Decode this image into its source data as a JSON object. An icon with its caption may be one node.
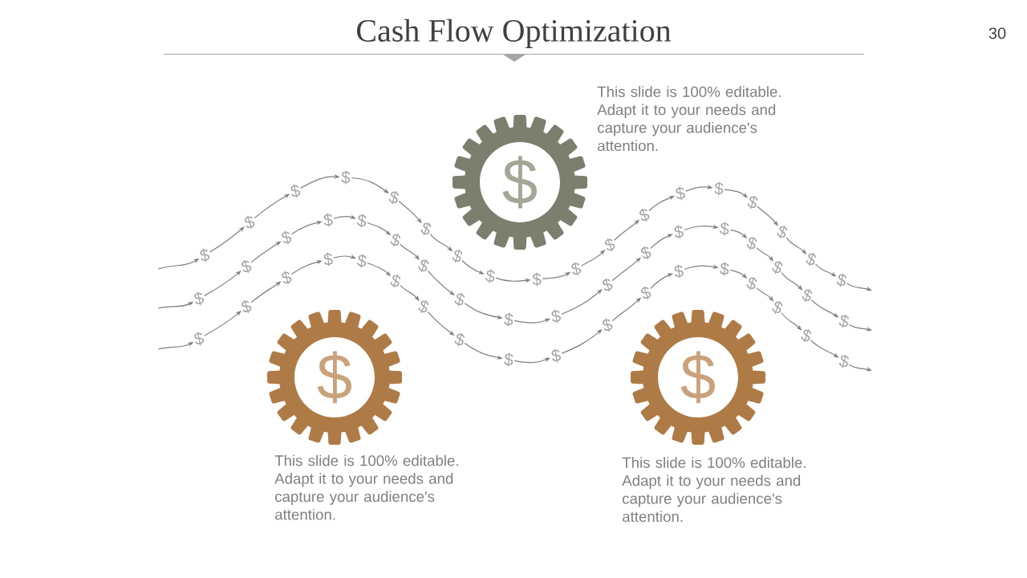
{
  "diagram": {
    "title": "Cash Flow Optimization",
    "nodes": [
      {
        "text": [
          "$"
        ],
        "beside": [
          "This slide is 100% editable. Adapt it to your needs and capture your audience's attention."
        ]
      },
      {
        "text": [
          "$"
        ],
        "beside": [
          "This slide is 100% editable. Adapt it to your needs and capture your audience's attention."
        ]
      },
      {
        "text": [
          "$"
        ],
        "beside": [
          "This slide is 100% editable. Adapt it to your needs and capture your audience's attention."
        ]
      },
      {
        "text": [
          "$"
        ]
      },
      {
        "text": [
          "$"
        ]
      },
      {
        "text": [
          "$"
        ]
      },
      {
        "text": [
          "$"
        ]
      },
      {
        "text": [
          "$"
        ]
      },
      {
        "text": [
          "$"
        ]
      },
      {
        "text": [
          "$"
        ]
      },
      {
        "text": [
          "$"
        ]
      },
      {
        "text": [
          "$"
        ]
      },
      {
        "text": [
          "$"
        ]
      },
      {
        "text": [
          "$"
        ]
      },
      {
        "text": [
          "$"
        ]
      },
      {
        "text": [
          "$"
        ]
      },
      {
        "text": [
          "$"
        ]
      },
      {
        "text": [
          "$"
        ]
      },
      {
        "text": [
          "$"
        ]
      },
      {
        "text": [
          "$"
        ]
      },
      {
        "text": [
          "$"
        ]
      },
      {
        "text": [
          "$"
        ]
      },
      {
        "text": [
          "$"
        ]
      },
      {
        "text": [
          "$"
        ]
      },
      {
        "text": [
          "$"
        ]
      },
      {
        "text": [
          "$"
        ]
      },
      {
        "text": [
          "$"
        ]
      },
      {
        "text": [
          "$"
        ]
      },
      {
        "text": [
          "$"
        ]
      },
      {
        "text": [
          "$"
        ]
      },
      {
        "text": [
          "$"
        ]
      },
      {
        "text": [
          "$"
        ]
      },
      {
        "text": [
          "$"
        ]
      },
      {
        "text": [
          "$"
        ]
      },
      {
        "text": [
          "$"
        ]
      },
      {
        "text": [
          "$"
        ]
      },
      {
        "text": [
          "$"
        ]
      },
      {
        "text": [
          "$"
        ]
      },
      {
        "text": [
          "$"
        ]
      },
      {
        "text": [
          "$"
        ]
      },
      {
        "text": [
          "$"
        ]
      },
      {
        "text": [
          "$"
        ]
      },
      {
        "text": [
          "$"
        ]
      },
      {
        "text": [
          "$"
        ]
      },
      {
        "text": [
          "$"
        ]
      },
      {
        "text": [
          "$"
        ]
      },
      {
        "text": [
          "$"
        ]
      },
      {
        "text": [
          "$"
        ]
      },
      {
        "text": [
          "$"
        ]
      },
      {
        "text": [
          "$"
        ]
      },
      {
        "text": [
          "$"
        ]
      },
      {
        "text": [
          "$"
        ]
      },
      {
        "text": [
          "$"
        ]
      },
      {
        "text": [
          "$"
        ]
      },
      {
        "text": [
          "$"
        ]
      },
      {
        "text": [
          "$"
        ]
      },
      {
        "text": [
          "$"
        ]
      }
    ],
    "edges": [
      {
        "from": null,
        "to": 3,
        "arrow": "to"
      },
      {
        "from": 3,
        "to": 4,
        "arrow": "to"
      },
      {
        "from": 4,
        "to": 5,
        "arrow": "to"
      },
      {
        "from": 5,
        "to": 6,
        "arrow": "to"
      },
      {
        "from": 6,
        "to": 7,
        "arrow": "to"
      },
      {
        "from": 7,
        "to": 8,
        "arrow": "to"
      },
      {
        "from": 8,
        "to": 9,
        "arrow": "to"
      },
      {
        "from": 9,
        "to": 10,
        "arrow": "to"
      },
      {
        "from": 10,
        "to": 11,
        "arrow": "to"
      },
      {
        "from": 11,
        "to": 12,
        "arrow": "to"
      },
      {
        "from": 12,
        "to": 13,
        "arrow": "to"
      },
      {
        "from": 13,
        "to": 14,
        "arrow": "to"
      },
      {
        "from": 14,
        "to": 15,
        "arrow": "to"
      },
      {
        "from": 15,
        "to": 16,
        "arrow": "to"
      },
      {
        "from": 16,
        "to": 17,
        "arrow": "to"
      },
      {
        "from": 17,
        "to": 18,
        "arrow": "to"
      },
      {
        "from": 18,
        "to": 19,
        "arrow": "to"
      },
      {
        "from": 19,
        "to": 20,
        "arrow": "to"
      },
      {
        "from": 20,
        "to": null,
        "arrow": "to"
      },
      {
        "from": null,
        "to": 21,
        "arrow": "to"
      },
      {
        "from": 21,
        "to": 22,
        "arrow": "to"
      },
      {
        "from": 22,
        "to": 23,
        "arrow": "to"
      },
      {
        "from": 23,
        "to": 24,
        "arrow": "to"
      },
      {
        "from": 24,
        "to": 25,
        "arrow": "to"
      },
      {
        "from": 25,
        "to": 26,
        "arrow": "to"
      },
      {
        "from": 26,
        "to": 27,
        "arrow": "to"
      },
      {
        "from": 27,
        "to": 28,
        "arrow": "to"
      },
      {
        "from": 28,
        "to": 29,
        "arrow": "to"
      },
      {
        "from": 29,
        "to": 30,
        "arrow": "to"
      },
      {
        "from": 30,
        "to": 31,
        "arrow": "to"
      },
      {
        "from": 31,
        "to": 32,
        "arrow": "to"
      },
      {
        "from": 32,
        "to": 33,
        "arrow": "to"
      },
      {
        "from": 33,
        "to": 34,
        "arrow": "to"
      },
      {
        "from": 34,
        "to": 35,
        "arrow": "to"
      },
      {
        "from": 35,
        "to": 36,
        "arrow": "to"
      },
      {
        "from": 36,
        "to": 37,
        "arrow": "to"
      },
      {
        "from": 37,
        "to": 38,
        "arrow": "to"
      },
      {
        "from": 38,
        "to": null,
        "arrow": "to"
      },
      {
        "from": null,
        "to": 39,
        "arrow": "to"
      },
      {
        "from": 39,
        "to": 40,
        "arrow": "to"
      },
      {
        "from": 40,
        "to": 41,
        "arrow": "to"
      },
      {
        "from": 41,
        "to": 42,
        "arrow": "to"
      },
      {
        "from": 42,
        "to": 43,
        "arrow": "to"
      },
      {
        "from": 43,
        "to": 44,
        "arrow": "to"
      },
      {
        "from": 44,
        "to": 45,
        "arrow": "to"
      },
      {
        "from": 45,
        "to": 46,
        "arrow": "to"
      },
      {
        "from": 46,
        "to": 47,
        "arrow": "to"
      },
      {
        "from": 47,
        "to": 48,
        "arrow": "to"
      },
      {
        "from": 48,
        "to": 49,
        "arrow": "to"
      },
      {
        "from": 49,
        "to": 50,
        "arrow": "to"
      },
      {
        "from": 50,
        "to": 51,
        "arrow": "to"
      },
      {
        "from": 51,
        "to": 52,
        "arrow": "to"
      },
      {
        "from": 52,
        "to": 53,
        "arrow": "to"
      },
      {
        "from": 53,
        "to": 54,
        "arrow": "to"
      },
      {
        "from": 54,
        "to": 55,
        "arrow": "to"
      },
      {
        "from": 55,
        "to": 56,
        "arrow": "to"
      },
      {
        "from": 56,
        "to": null,
        "arrow": "to"
      }
    ],
    "labels": [
      "30"
    ]
  }
}
